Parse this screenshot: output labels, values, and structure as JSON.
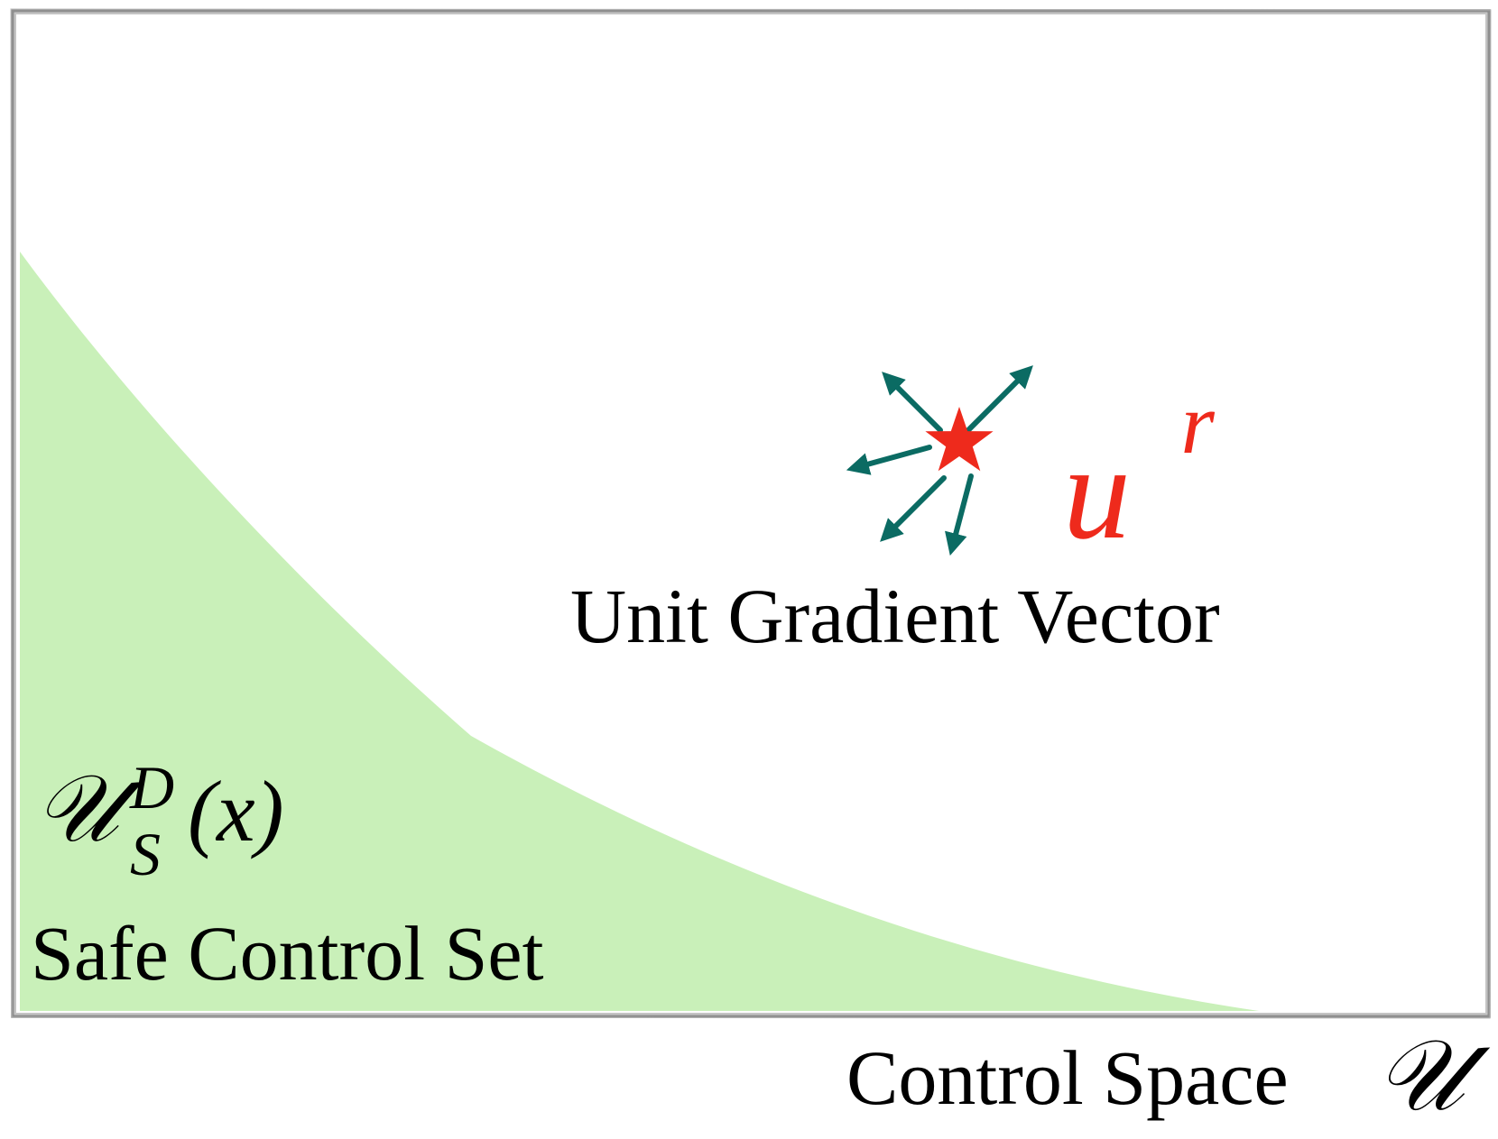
{
  "diagram": {
    "control_space": {
      "label": "Control Space",
      "symbol": "𝒰"
    },
    "safe_set": {
      "symbol_main": "𝒰",
      "symbol_superscript": "D",
      "symbol_subscript": "S",
      "symbol_argument": "(x)",
      "label": "Safe Control Set",
      "fill_color": "#c9f0b9"
    },
    "reference_control": {
      "symbol_main": "u",
      "symbol_superscript": "r",
      "color": "#ee2a1c",
      "marker": "star-icon"
    },
    "gradient_vectors": {
      "label": "Unit Gradient Vector",
      "color": "#0b6b63",
      "count": 5
    },
    "frame_color": "#9a9a9a"
  }
}
